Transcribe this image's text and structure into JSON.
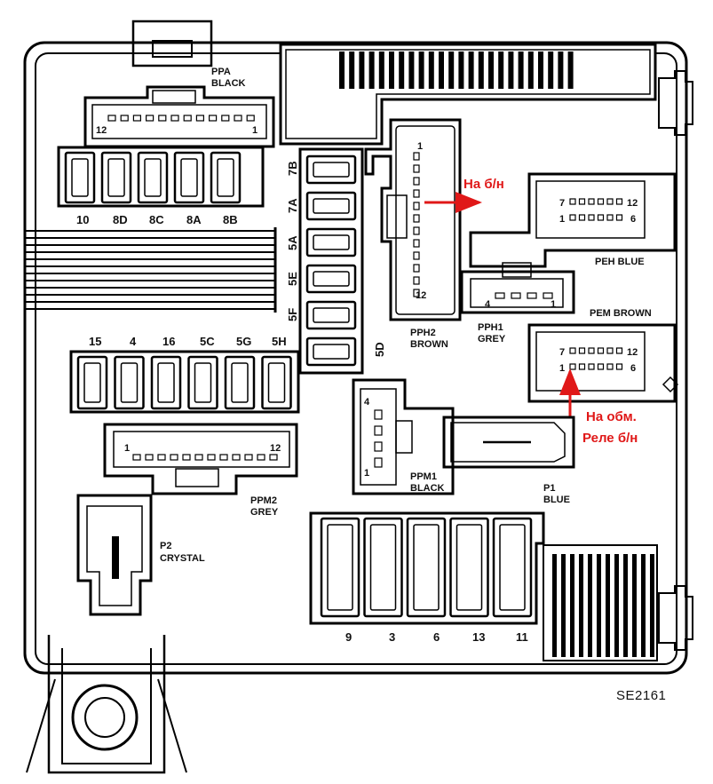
{
  "colors": {
    "line": "#000000",
    "annotation": "#e01818",
    "background": "#ffffff"
  },
  "connectors": {
    "ppa": {
      "name": "PPA",
      "color": "BLACK",
      "pin_first": "12",
      "pin_last": "1"
    },
    "pph2": {
      "name": "PPH2",
      "color": "BROWN",
      "pin_first": "1",
      "pin_last": "12"
    },
    "pph1": {
      "name": "PPH1",
      "color": "GREY",
      "pin_first": "4",
      "pin_last": "1"
    },
    "peh": {
      "name": "PEH BLUE",
      "pins_top_first": "7",
      "pins_top_last": "12",
      "pins_bottom_first": "1",
      "pins_bottom_last": "6"
    },
    "pem": {
      "name": "PEM BROWN",
      "pins_top_first": "7",
      "pins_top_last": "12",
      "pins_bottom_first": "1",
      "pins_bottom_last": "6"
    },
    "ppm1": {
      "name": "PPM1",
      "color": "BLACK",
      "pin_first": "4",
      "pin_last": "1"
    },
    "ppm2": {
      "name": "PPM2",
      "color": "GREY",
      "pin_first": "1",
      "pin_last": "12"
    },
    "p1": {
      "name": "P1",
      "color": "BLUE"
    },
    "p2": {
      "name": "P2",
      "color": "CRYSTAL"
    }
  },
  "fuses": {
    "top_row": [
      "10",
      "8D",
      "8C",
      "8A",
      "8B"
    ],
    "vertical": [
      "7B",
      "7A",
      "5A",
      "5E",
      "5F"
    ],
    "vertical_extra": "5D",
    "middle_row": [
      "15",
      "4",
      "16",
      "5C",
      "5G",
      "5H"
    ],
    "bottom_row": [
      "9",
      "3",
      "6",
      "13",
      "11"
    ]
  },
  "annotations": {
    "to_pump": "На б/н",
    "relay_line1": "На обм.",
    "relay_line2": "Реле б/н"
  },
  "diagram_code": "SE2161"
}
